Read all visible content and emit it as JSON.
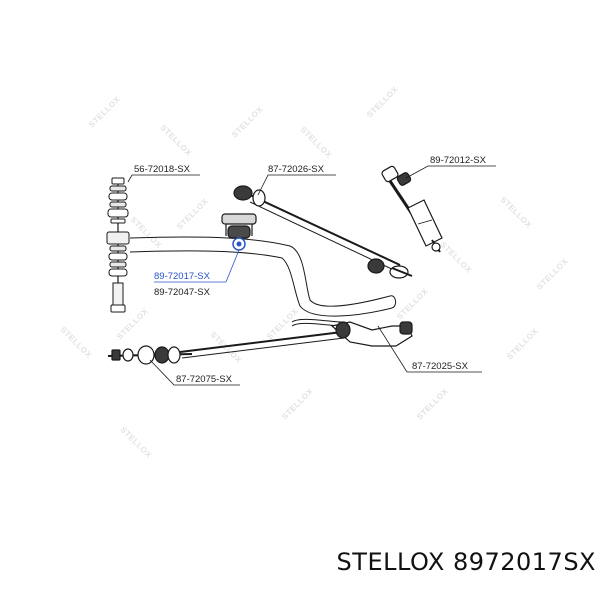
{
  "watermark": "STELLOX",
  "callouts": {
    "endlink": "56-72018-SX",
    "bushing_upper": "87-72026-SX",
    "shock_bushing": "89-72012-SX",
    "stab_bushing": "89-72017-SX",
    "stab_bushing_alt": "89-72047-SX",
    "lower_bushing": "87-72025-SX",
    "radius_bushing": "87-72075-SX"
  },
  "caption": {
    "brand": "STELLOX",
    "part_number": "8972017SX"
  },
  "colors": {
    "line": "#1a1a1a",
    "highlight": "#2a55c8",
    "watermark": "#e2e2e2"
  }
}
